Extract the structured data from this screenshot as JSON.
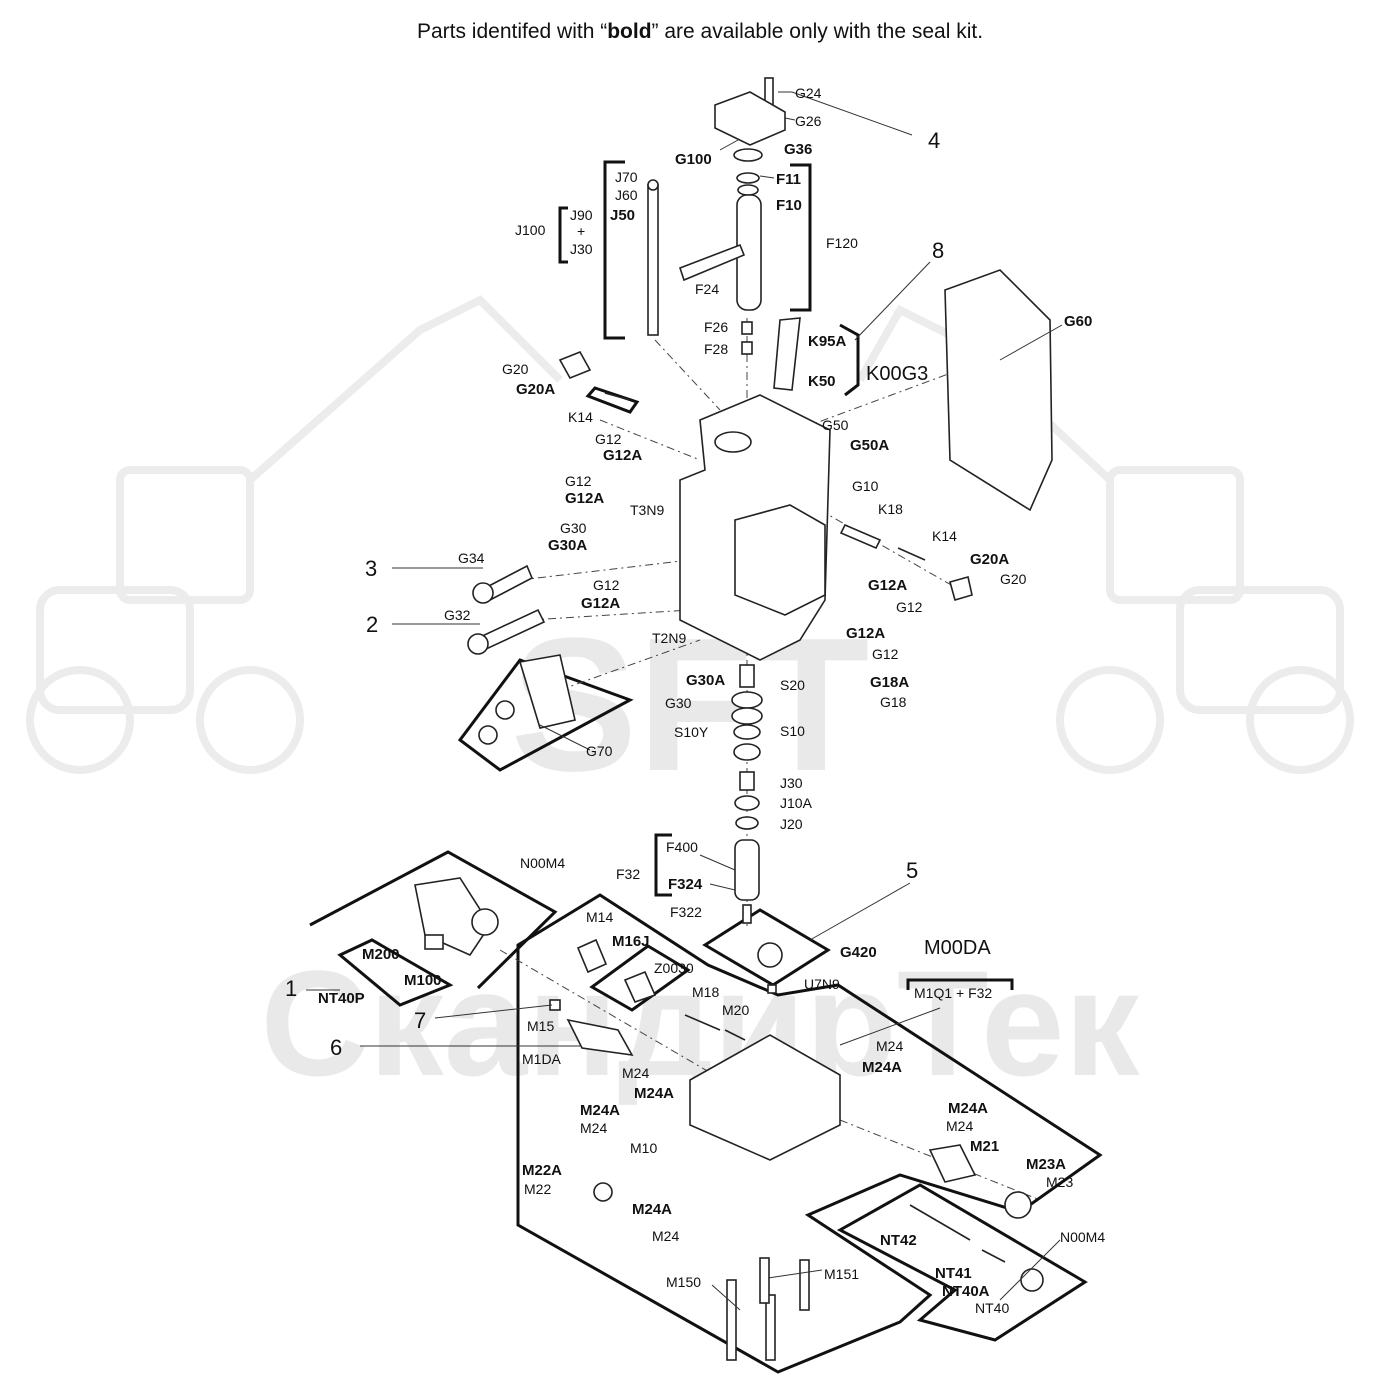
{
  "caption": {
    "before": "Parts identifed with “",
    "bold": "bold",
    "after": "” are available only with the seal kit."
  },
  "watermark": {
    "logo": "SFT",
    "text": "СкандирТек"
  },
  "labels": {
    "G24": "G24",
    "G26": "G26",
    "n4": "4",
    "G100": "G100",
    "G36": "G36",
    "F11": "F11",
    "F10": "F10",
    "F120": "F120",
    "J70": "J70",
    "J60": "J60",
    "J90": "J90",
    "plus": "+",
    "J30top": "J30",
    "J50": "J50",
    "J100": "J100",
    "F24": "F24",
    "n8": "8",
    "G60": "G60",
    "F26": "F26",
    "F28": "F28",
    "K95A": "K95A",
    "K50": "K50",
    "K00G3": "K00G3",
    "G20": "G20",
    "G20A": "G20A",
    "K14": "K14",
    "G50": "G50",
    "G50A": "G50A",
    "G12a": "G12",
    "G12Aa": "G12A",
    "G12b": "G12",
    "G12Ab": "G12A",
    "G10": "G10",
    "G30": "G30",
    "G30A": "G30A",
    "T3N9": "T3N9",
    "K18": "K18",
    "K14r": "K14",
    "G20Ar": "G20A",
    "G20r": "G20",
    "n3": "3",
    "G34": "G34",
    "G12c": "G12",
    "G12Ac": "G12A",
    "G12Ar1": "G12A",
    "G12r1": "G12",
    "n2": "2",
    "G32": "G32",
    "T2N9": "T2N9",
    "G12Ar2": "G12A",
    "G12r2": "G12",
    "G30Ab": "G30A",
    "S20": "S20",
    "G18A": "G18A",
    "G30b": "G30",
    "G18": "G18",
    "S10Y": "S10Y",
    "S10": "S10",
    "G70": "G70",
    "J30": "J30",
    "J10A": "J10A",
    "J20": "J20",
    "F400": "F400",
    "F32": "F32",
    "F324": "F324",
    "n5": "5",
    "N00M4": "N00M4",
    "F322": "F322",
    "M14": "M14",
    "M16J": "M16J",
    "G420": "G420",
    "M00DA": "M00DA",
    "M200": "M200",
    "M100": "M100",
    "Z0030": "Z0030",
    "U7N9": "U7N9",
    "M1Q1F32": "M1Q1 + F32",
    "n1": "1",
    "NT40P": "NT40P",
    "M18": "M18",
    "M20": "M20",
    "n7": "7",
    "M15": "M15",
    "M24r": "M24",
    "n6": "6",
    "M1DA": "M1DA",
    "M24Ar": "M24A",
    "M24l": "M24",
    "M24Al": "M24A",
    "M24Ab": "M24A",
    "M24Ar2": "M24A",
    "M24b": "M24",
    "M24r2": "M24",
    "M10": "M10",
    "M21": "M21",
    "M22A": "M22A",
    "M23A": "M23A",
    "M22": "M22",
    "M23": "M23",
    "M24Ad": "M24A",
    "M24d": "M24",
    "NT42": "NT42",
    "N00M4b": "N00M4",
    "NT41": "NT41",
    "M151": "M151",
    "NT40A": "NT40A",
    "M150": "M150",
    "NT40": "NT40"
  }
}
